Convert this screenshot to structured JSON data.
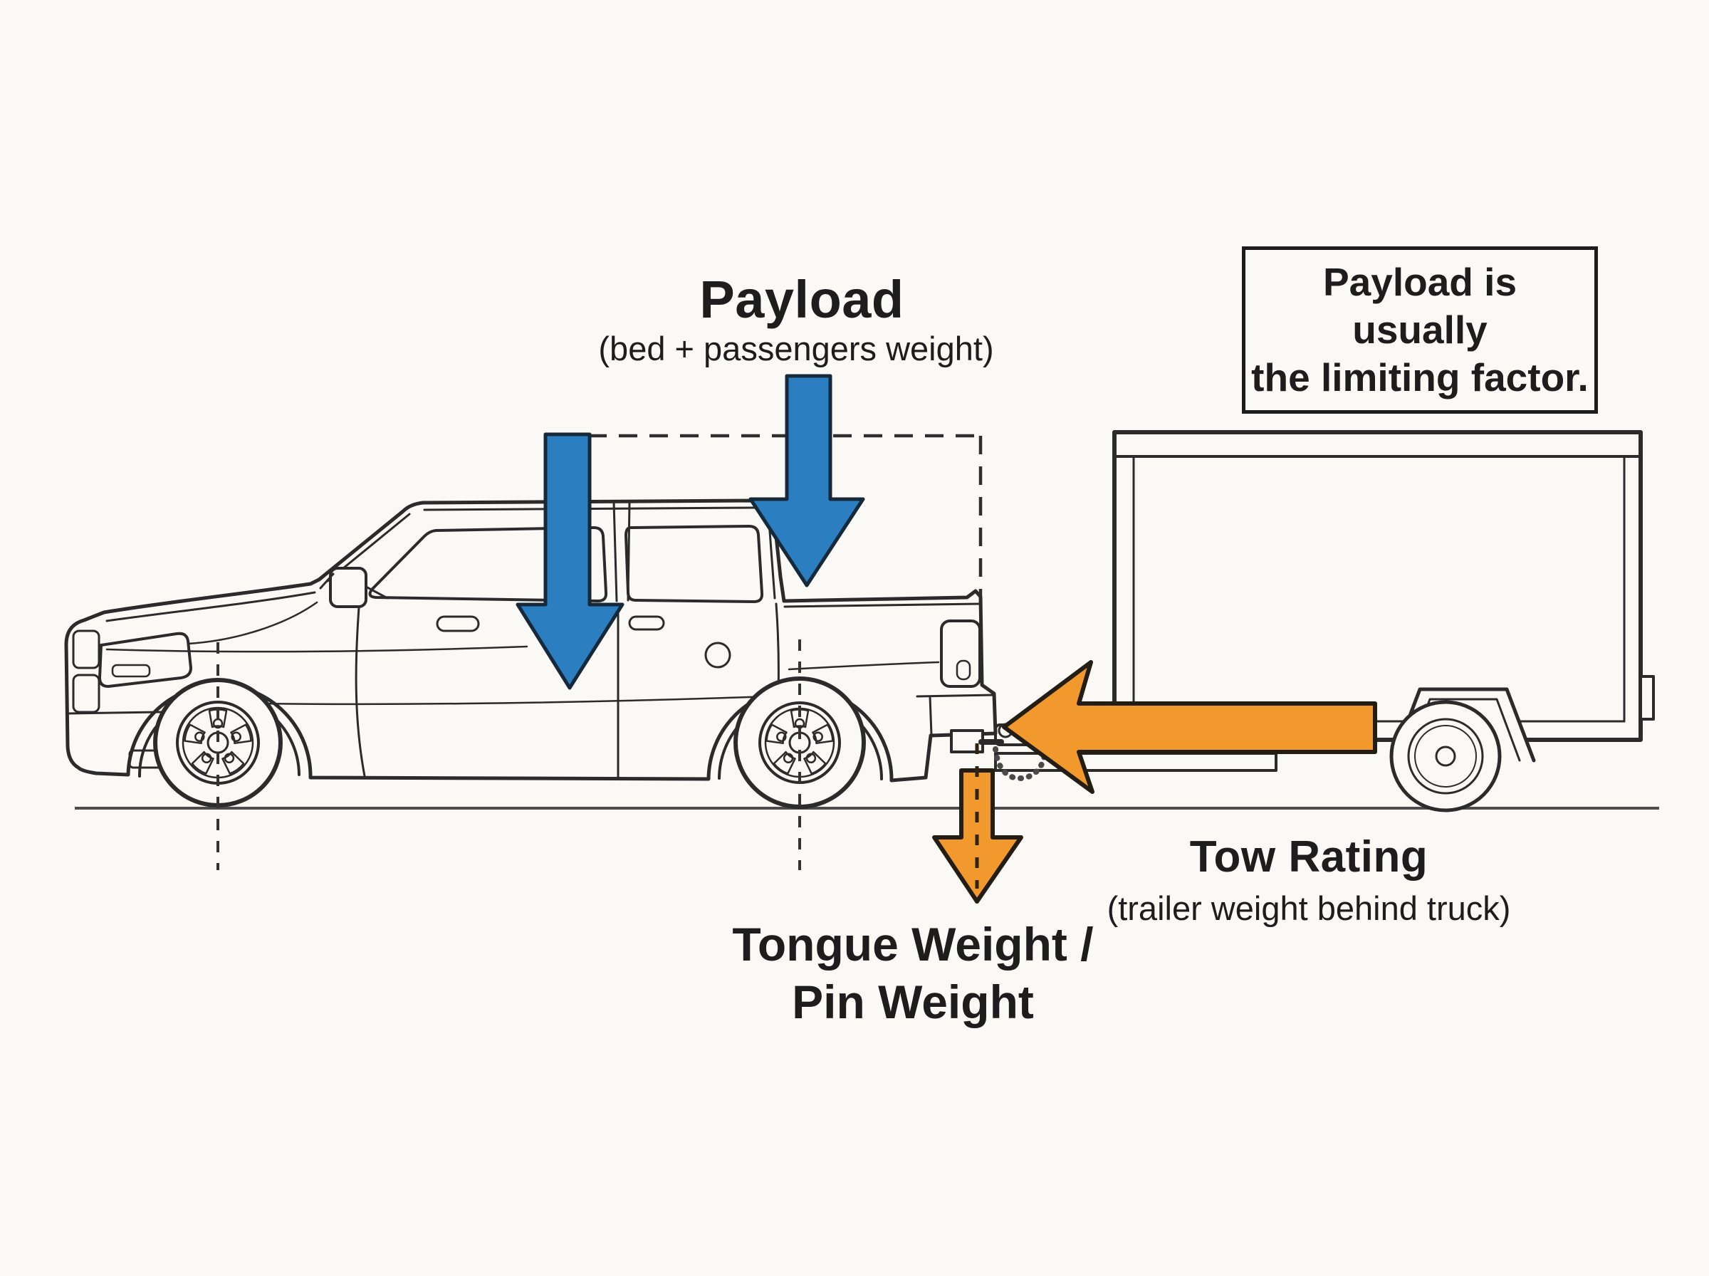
{
  "title": "Truck payload and towing weights diagram",
  "colors": {
    "background": "#faf9f6",
    "payload_arrow_fill": "#2b7fc1",
    "payload_arrow_outline": "#15293b",
    "tow_arrow_fill": "#f2992e",
    "tow_arrow_outline": "#241d13",
    "line_art": "#2b2b2b",
    "text": "#1d1d1d"
  },
  "labels": {
    "payload": {
      "title": "Payload",
      "subtitle": "(bed + passengers weight)"
    },
    "note_box": {
      "line1": "Payload is usually",
      "line2": "the limiting factor."
    },
    "tow_rating": {
      "title": "Tow Rating",
      "subtitle": "(trailer weight behind truck)"
    },
    "tongue_weight": {
      "line1": "Tongue Weight /",
      "line2": "Pin Weight"
    }
  },
  "icons": {
    "payload_arrow_cab": "blue-down-arrow",
    "payload_arrow_bed": "blue-down-arrow",
    "tow_rating_arrow": "orange-left-arrow",
    "tongue_weight_arrow": "orange-down-arrow"
  }
}
